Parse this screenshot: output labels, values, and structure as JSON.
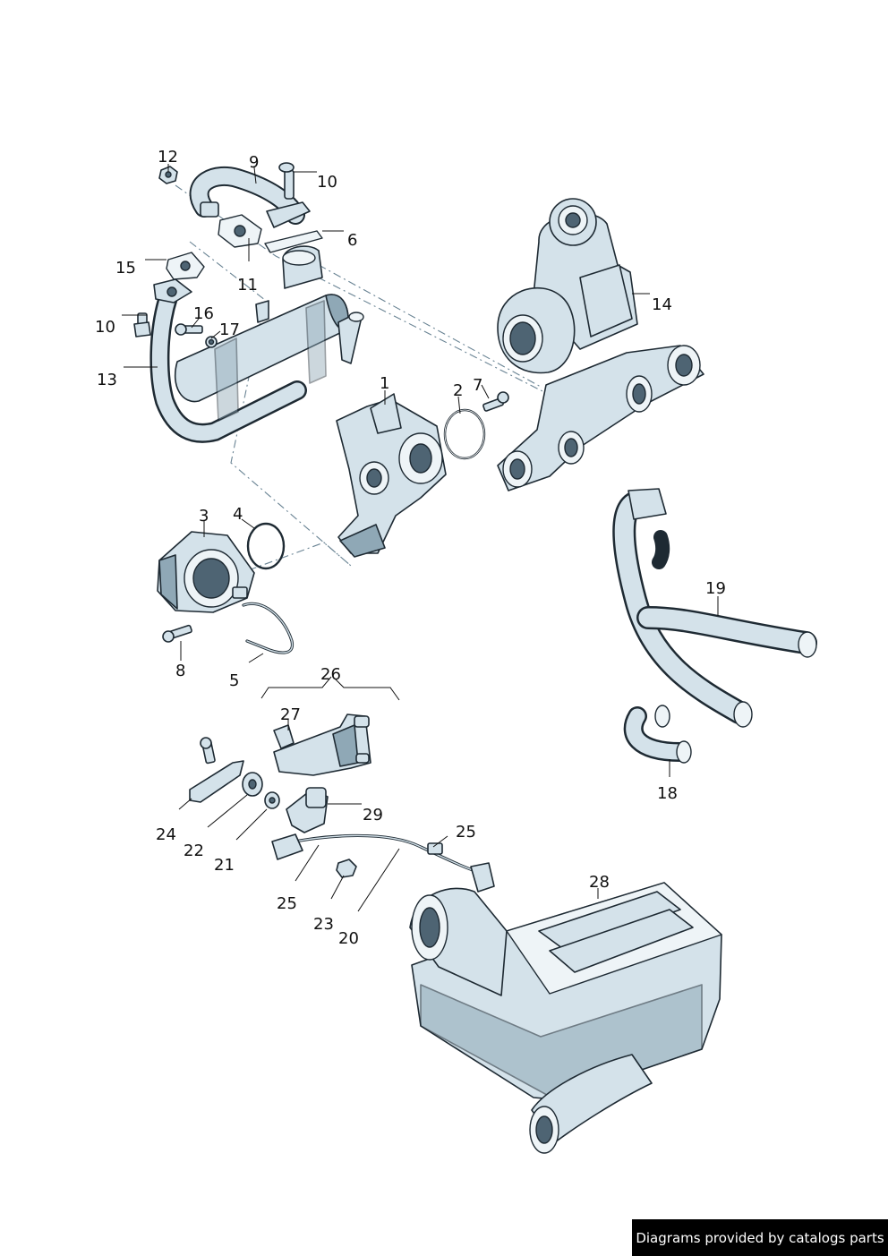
{
  "callouts": {
    "c1": "1",
    "c2": "2",
    "c3": "3",
    "c4": "4",
    "c5": "5",
    "c6": "6",
    "c7": "7",
    "c8": "8",
    "c9": "9",
    "c10a": "10",
    "c10b": "10",
    "c11": "11",
    "c12": "12",
    "c13": "13",
    "c14": "14",
    "c15": "15",
    "c16": "16",
    "c17": "17",
    "c18": "18",
    "c19": "19",
    "c20": "20",
    "c21": "21",
    "c22": "22",
    "c23": "23",
    "c24": "24",
    "c25a": "25",
    "c25b": "25",
    "c26": "26",
    "c27": "27",
    "c28": "28",
    "c29": "29"
  },
  "footer": {
    "text": "Diagrams provided by catalogs parts"
  },
  "colors": {
    "part_fill": "#d4e2ea",
    "outline": "#1e2a33",
    "dash_line": "#6a8494",
    "footer_bg": "#000000"
  }
}
